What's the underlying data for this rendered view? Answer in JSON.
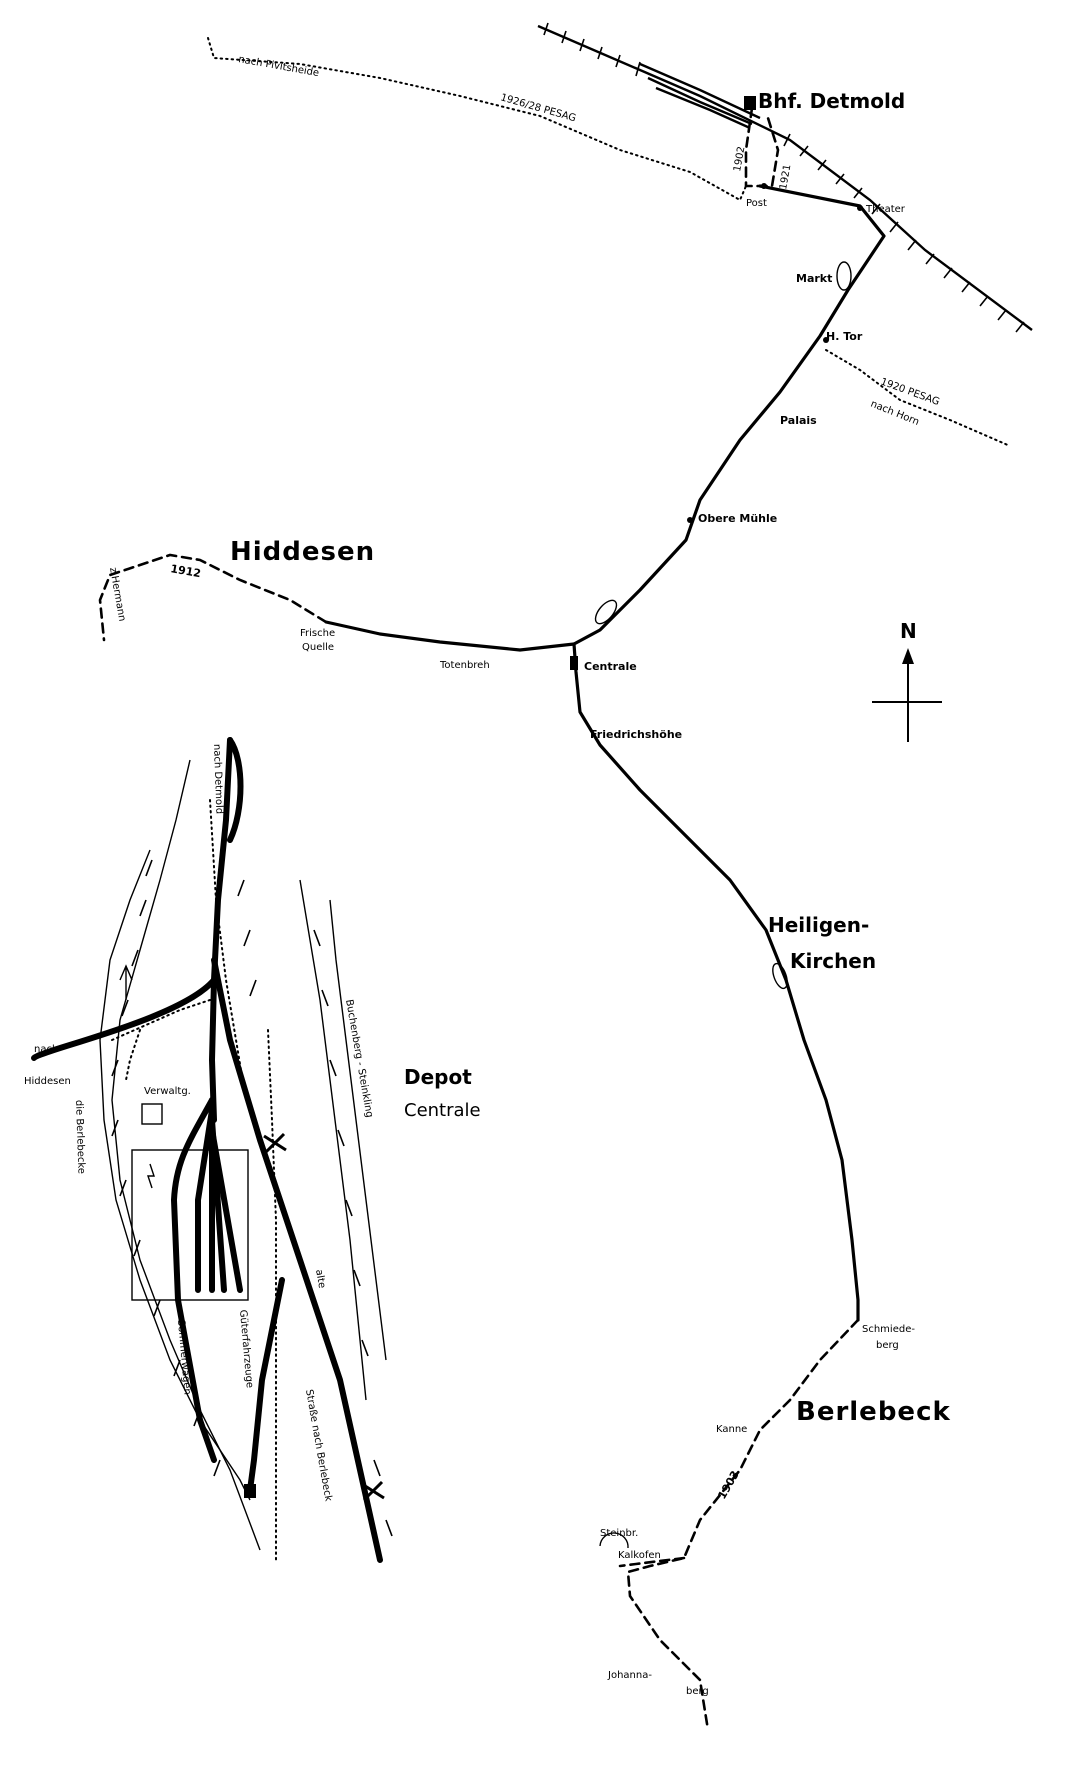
{
  "labels": {
    "station_main": "Bhf. Detmold",
    "town_hiddesen": "Hiddesen",
    "town_heiligen_1": "Heiligen-",
    "town_heiligen_2": "Kirchen",
    "town_berlebeck": "Berlebeck",
    "depot_title": "Depot",
    "depot_subtitle": "Centrale",
    "north": "N"
  },
  "route_labels": {
    "pivitsheide": "nach Pivitsheide",
    "pesag_1926": "1926/28 PESAG",
    "pesag_1920": "1920 PESAG",
    "nach_horn": "nach Horn",
    "year_1912": "1912",
    "year_1903": "1903",
    "year_1902": "1902",
    "year_1921": "1921",
    "hermann": "z.Hermann"
  },
  "stops": {
    "post": "Post",
    "theater": "Theater",
    "markt": "Markt",
    "h_tor": "H. Tor",
    "palais": "Palais",
    "obere_muehle": "Obere Mühle",
    "frische_quelle_1": "Frische",
    "frische_quelle_2": "Quelle",
    "totenbreh": "Totenbreh",
    "centrale": "Centrale",
    "friedrichshoehe": "Friedrichshöhe",
    "schmiedeberg_1": "Schmiede-",
    "schmiedeberg_2": "berg",
    "kanne": "Kanne",
    "steinbr": "Steinbr.",
    "kalkofen": "Kalkofen",
    "johannaberg_1": "Johanna-",
    "johannaberg_2": "berg"
  },
  "inset": {
    "nach_detmold": "nach Detmold",
    "nach": "nach",
    "hiddesen": "Hiddesen",
    "verwaltg": "Verwaltg.",
    "die_berlebecke": "die Berlebecke",
    "buchenberg": "Buchenberg - Steinkling",
    "alte": "alte",
    "strasse": "Straße nach Berlebeck",
    "sommerwagen": "Sommerwagen",
    "gueterfahrzeuge": "Güterfahrzeuge"
  }
}
